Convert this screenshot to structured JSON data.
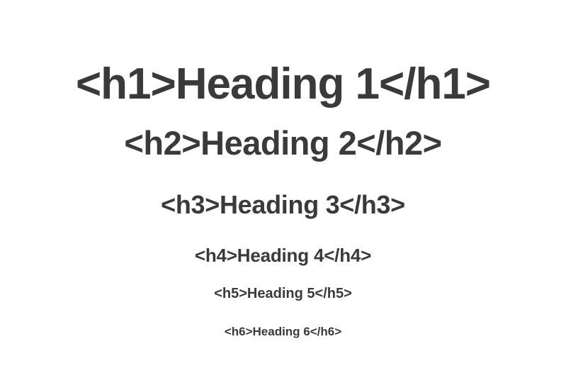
{
  "headings": {
    "h1": "<h1>Heading 1</h1>",
    "h2": "<h2>Heading 2</h2>",
    "h3": "<h3>Heading 3</h3>",
    "h4": "<h4>Heading 4</h4>",
    "h5": "<h5>Heading 5</h5>",
    "h6": "<h6>Heading 6</h6>"
  },
  "colors": {
    "text": "#3a3a3a",
    "background": "#ffffff"
  }
}
